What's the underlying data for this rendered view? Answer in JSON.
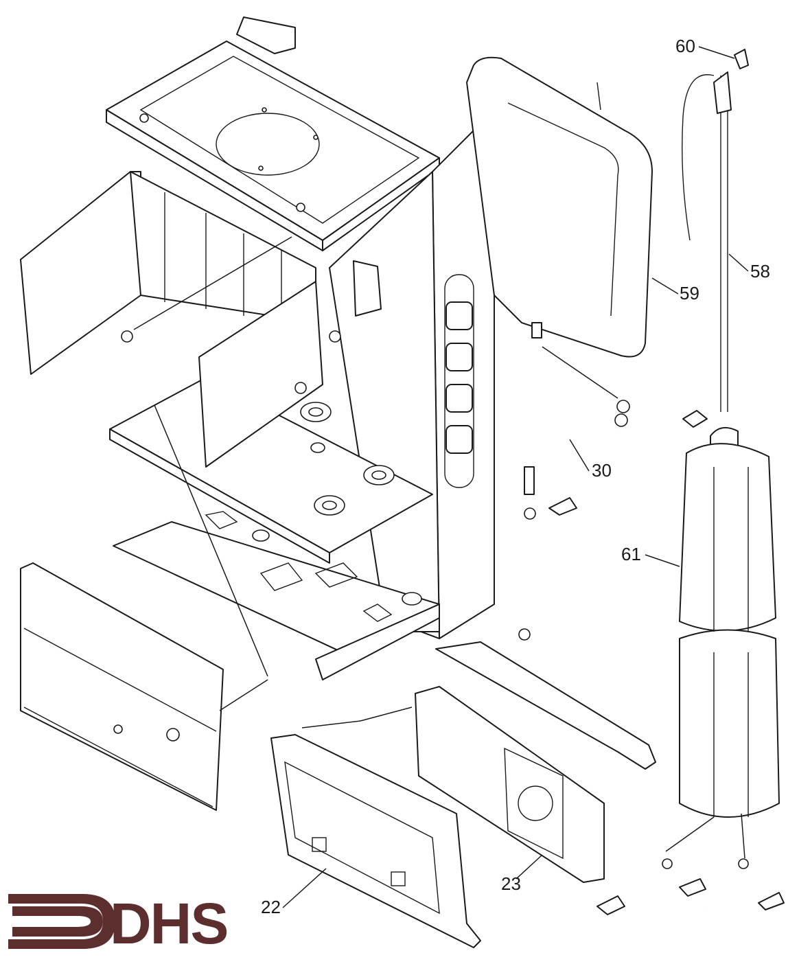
{
  "diagram": {
    "callouts": [
      {
        "id": "60",
        "label": "60"
      },
      {
        "id": "58",
        "label": "58"
      },
      {
        "id": "59",
        "label": "59"
      },
      {
        "id": "30",
        "label": "30"
      },
      {
        "id": "61",
        "label": "61"
      },
      {
        "id": "22",
        "label": "22"
      },
      {
        "id": "23",
        "label": "23"
      }
    ]
  },
  "logo": {
    "text": "DHS",
    "color": "#5c2e2e",
    "icon": "arrow-right-icon"
  },
  "colors": {
    "line": "#1a1a1a",
    "background": "#ffffff"
  }
}
